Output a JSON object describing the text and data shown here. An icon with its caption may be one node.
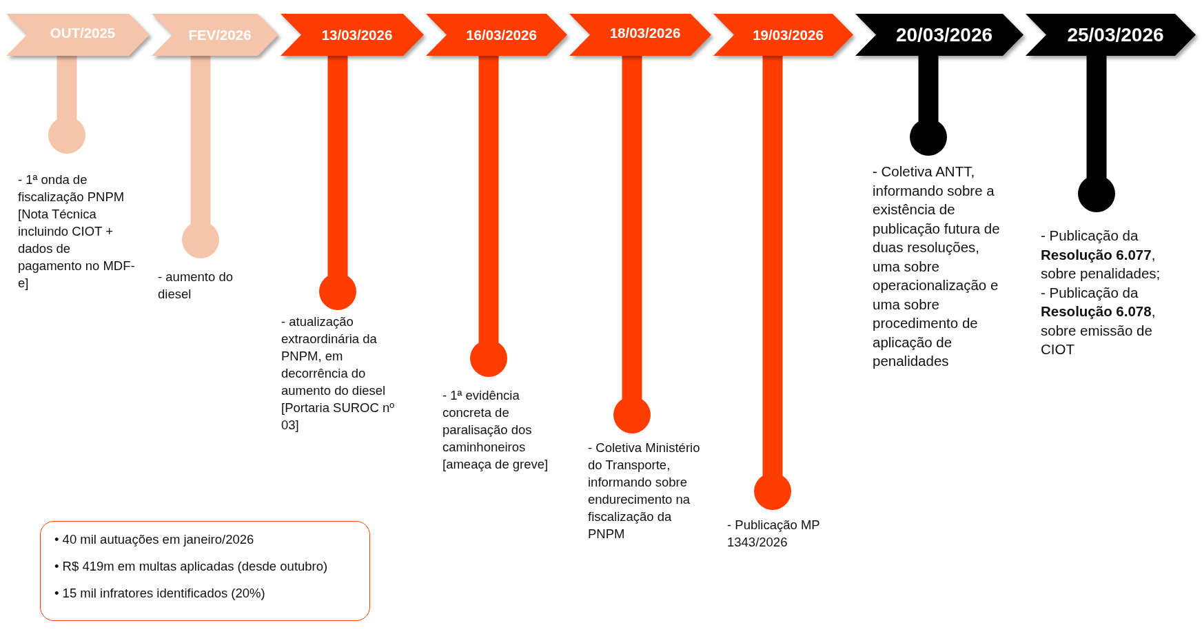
{
  "diagram": {
    "nodes": [
      {
        "text": [
          "OUT/2025"
        ]
      },
      {
        "text": [
          "FEV/2026"
        ]
      },
      {
        "text": [
          "13/03/2026"
        ]
      },
      {
        "text": [
          "16/03/2026"
        ]
      },
      {
        "text": [
          "18/03/2026"
        ]
      },
      {
        "text": [
          "19/03/2026"
        ]
      },
      {
        "text": [
          "20/03/2026"
        ]
      },
      {
        "text": [
          "25/03/2026"
        ]
      },
      {
        "text": [],
        "shape": "circle",
        "beside": [
          "- 1ª onda de fiscalização PNPM [Nota Técnica incluindo CIOT + dados de pagamento no MDF-e]"
        ]
      },
      {
        "text": [],
        "shape": "circle",
        "beside": [
          "- aumento do diesel"
        ]
      },
      {
        "text": [],
        "shape": "circle",
        "beside": [
          "- atualização extraordinária da PNPM, em decorrência do aumento do diesel [Portaria SUROC nº 03]"
        ]
      },
      {
        "text": [],
        "shape": "circle",
        "beside": [
          "- 1ª evidência concreta de paralisação dos caminhoneiros [ameaça de greve]"
        ]
      },
      {
        "text": [],
        "shape": "circle",
        "beside": [
          "- Coletiva Ministério do Transporte, informando sobre endurecimento na fiscalização da PNPM"
        ]
      },
      {
        "text": [],
        "shape": "circle",
        "beside": [
          "- Publicação MP 1343/2026"
        ]
      },
      {
        "text": [],
        "shape": "circle",
        "beside": [
          "- Coletiva ANTT, informando sobre a existência de publicação futura de duas resoluções, uma sobre operacionalização e uma sobre procedimento de aplicação de penalidades"
        ]
      },
      {
        "text": [],
        "shape": "circle",
        "beside": [
          "- Publicação da **Resolução 6.077**, sobre penalidades;",
          "- Publicação da **Resolução 6.078**, sobre emissão de CIOT"
        ]
      },
      {
        "text": [
          "• 40 mil autuações em janeiro/2026",
          "• R$ 419m em multas aplicadas (desde outubro)",
          "• 15 mil infratores identificados (20%)"
        ]
      }
    ],
    "edges": [
      {
        "from": 0,
        "to": 8,
        "arrow": "none",
        "color": "#f5c5ab"
      },
      {
        "from": 1,
        "to": 9,
        "arrow": "none",
        "color": "#f5c5ab"
      },
      {
        "from": 2,
        "to": 10,
        "arrow": "none"
      },
      {
        "from": 3,
        "to": 11,
        "arrow": "none"
      },
      {
        "from": 4,
        "to": 12,
        "arrow": "none"
      },
      {
        "from": 5,
        "to": 13,
        "arrow": "none"
      },
      {
        "from": 6,
        "to": 14,
        "arrow": "none",
        "color": "#000000"
      },
      {
        "from": 7,
        "to": 15,
        "arrow": "none",
        "color": "#000000"
      }
    ]
  }
}
